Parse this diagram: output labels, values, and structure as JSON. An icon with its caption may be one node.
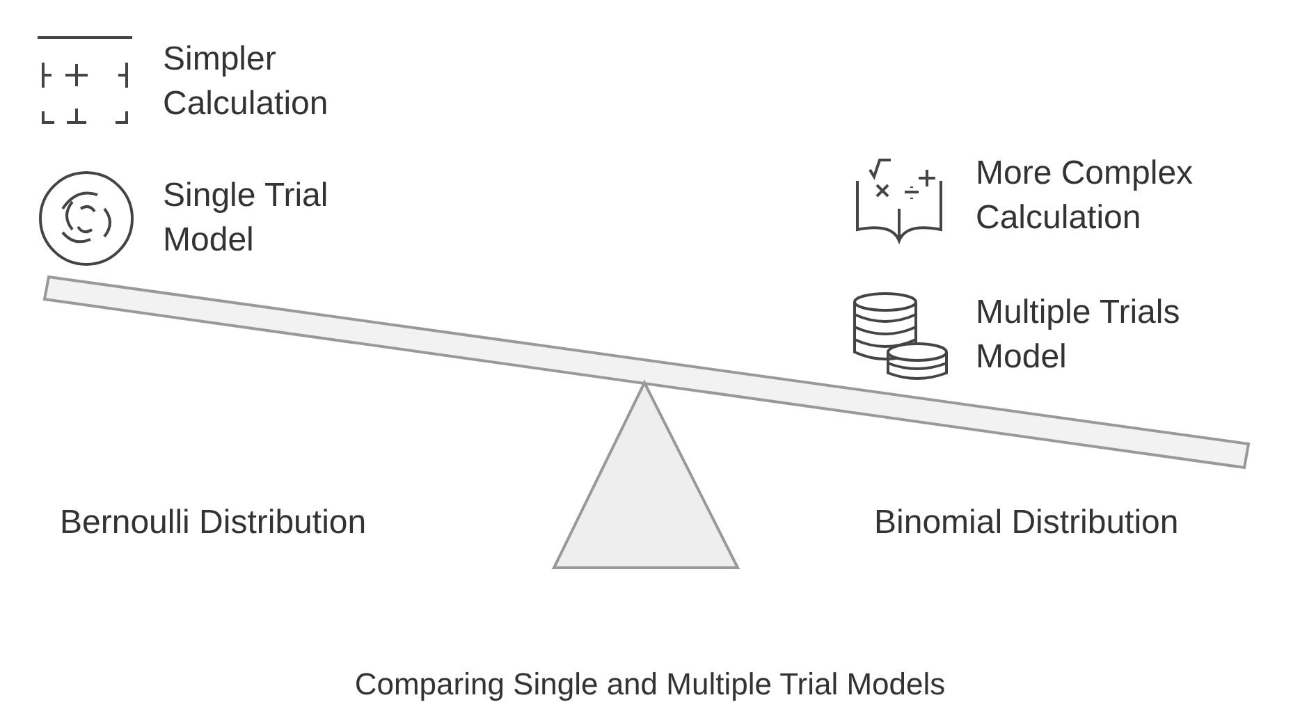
{
  "diagram": {
    "caption": "Comparing Single and Multiple Trial Models",
    "labels": [
      "Simpler Calculation",
      "Single Trial Model",
      "More Complex Calculation",
      "Multiple Trials Model",
      "Bernoulli Distribution",
      "Binomial Distribution"
    ]
  }
}
